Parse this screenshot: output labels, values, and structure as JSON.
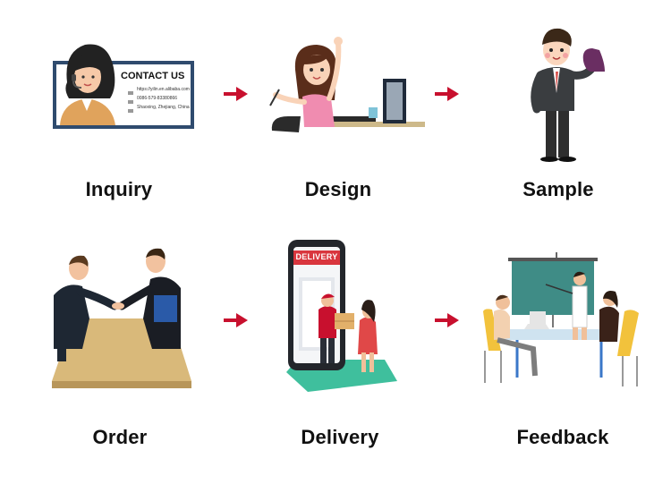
{
  "steps": [
    {
      "label": "Inquiry",
      "icon": "contact-us-icon"
    },
    {
      "label": "Design",
      "icon": "designer-at-desk-icon"
    },
    {
      "label": "Sample",
      "icon": "man-with-shoe-sample-icon"
    },
    {
      "label": "Order",
      "icon": "handshake-at-table-icon"
    },
    {
      "label": "Delivery",
      "icon": "phone-delivery-icon"
    },
    {
      "label": "Feedback",
      "icon": "meeting-presentation-icon"
    }
  ],
  "contact_card": {
    "heading": "CONTACT US",
    "line1": "https://yilin.en.alibaba.com",
    "line2": "0086-579-83380866",
    "line3": "Shaoxing, Zhejiang, China"
  },
  "delivery_sign": "DELIVERY",
  "colors": {
    "arrow": "#c8102e",
    "text": "#111111",
    "accent_board": "#3f8c86"
  }
}
